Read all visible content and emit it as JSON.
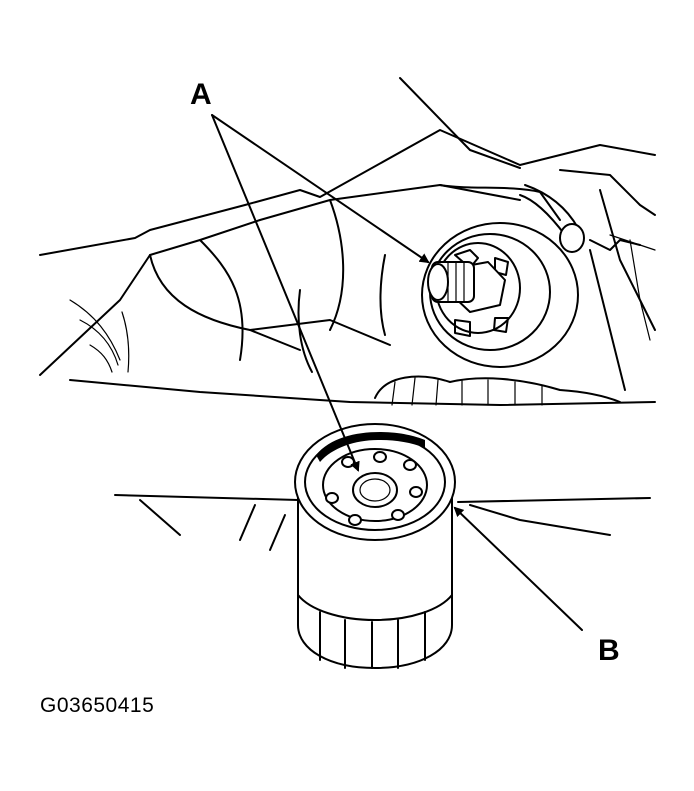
{
  "diagram": {
    "callouts": [
      {
        "id": "A",
        "text": "A"
      },
      {
        "id": "B",
        "text": "B"
      }
    ],
    "figure_code": "G03650415",
    "colors": {
      "ink": "#000000",
      "paper": "#ffffff"
    }
  }
}
